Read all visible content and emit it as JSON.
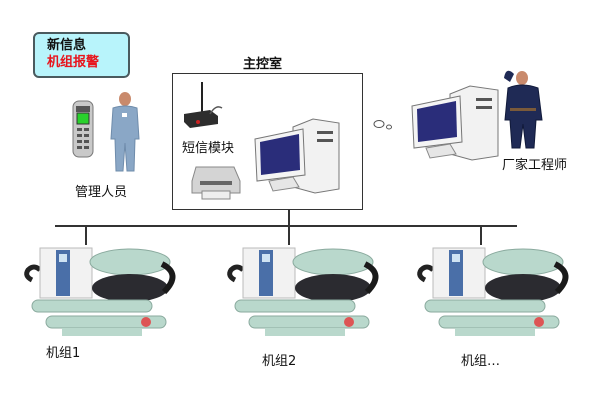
{
  "alert": {
    "line1": "新信息",
    "line2": "机组报警",
    "line2_color": "#e8141c",
    "bg_color": "#b8f4fb"
  },
  "manager": {
    "label": "管理人员"
  },
  "control_room": {
    "title": "主控室",
    "sms_module_label": "短信模块"
  },
  "engineer": {
    "label": "厂家工程师"
  },
  "units": [
    {
      "label": "机组1"
    },
    {
      "label": "机组2"
    },
    {
      "label": "机组…"
    }
  ],
  "colors": {
    "screen": "#2a2d7a",
    "chiller_body": "#b9d8cc",
    "chiller_panel": "#4a6fa8",
    "compressor": "#2b2b30"
  }
}
